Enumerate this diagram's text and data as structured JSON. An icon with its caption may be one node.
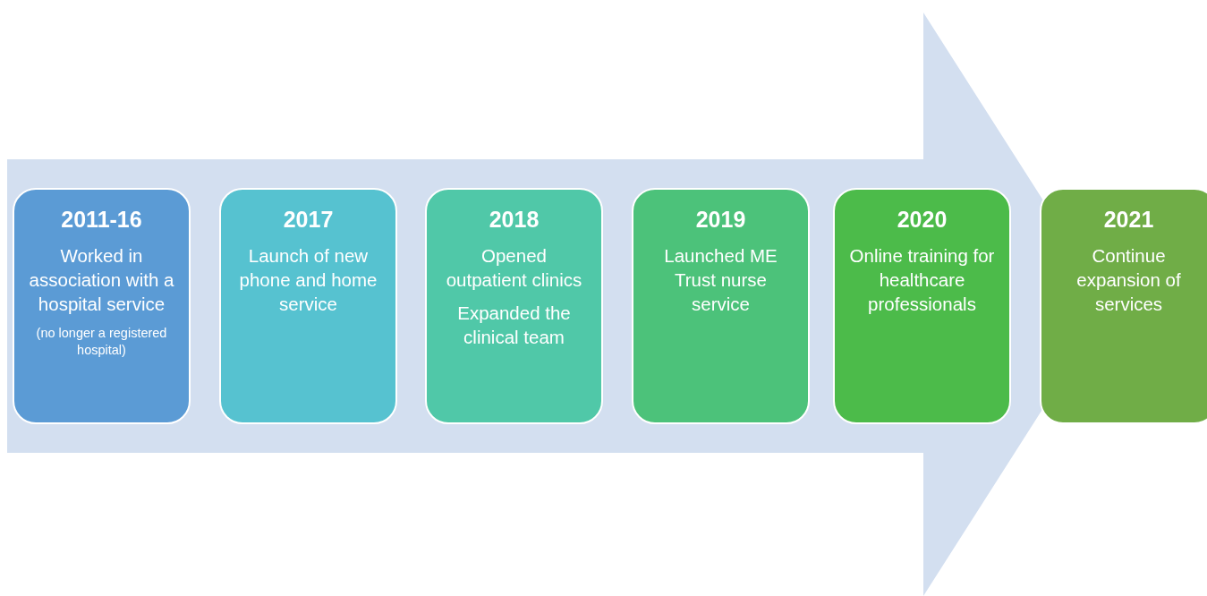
{
  "diagram": {
    "nodes": [
      {
        "text": [
          "2011-16",
          "Worked in association with a hospital service",
          "(no longer a registered hospital)"
        ]
      },
      {
        "text": [
          "2017",
          "Launch of new phone and home service"
        ]
      },
      {
        "text": [
          "2018",
          "Opened outpatient clinics",
          "Expanded the clinical team"
        ]
      },
      {
        "text": [
          "2019",
          "Launched ME Trust nurse service"
        ]
      },
      {
        "text": [
          "2020",
          "Online training for healthcare professionals"
        ]
      },
      {
        "text": [
          "2021",
          "Continue expansion of services"
        ]
      }
    ],
    "edges": [
      {
        "from": 0,
        "to": 5,
        "arrow": "to"
      }
    ]
  }
}
